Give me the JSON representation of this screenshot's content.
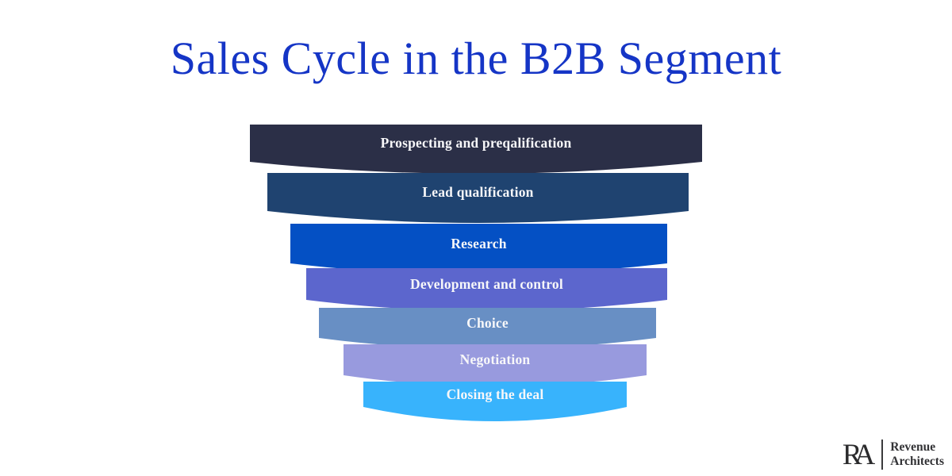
{
  "title": {
    "text": "Sales Cycle in the B2B Segment",
    "color": "#1535c6"
  },
  "funnel": {
    "stages": [
      {
        "label": "Prospecting and preqalification",
        "color": "#2b2f47"
      },
      {
        "label": "Lead qualification",
        "color": "#1f4370"
      },
      {
        "label": "Research",
        "color": "#0450c4"
      },
      {
        "label": "Development and control",
        "color": "#5c66cd"
      },
      {
        "label": "Choice",
        "color": "#688fc4"
      },
      {
        "label": "Negotiation",
        "color": "#989ade"
      },
      {
        "label": "Closing the deal",
        "color": "#38b3fc"
      }
    ]
  },
  "logo": {
    "monogram_r": "R",
    "monogram_a": "A",
    "line1": "Revenue",
    "line2": "Architects"
  }
}
